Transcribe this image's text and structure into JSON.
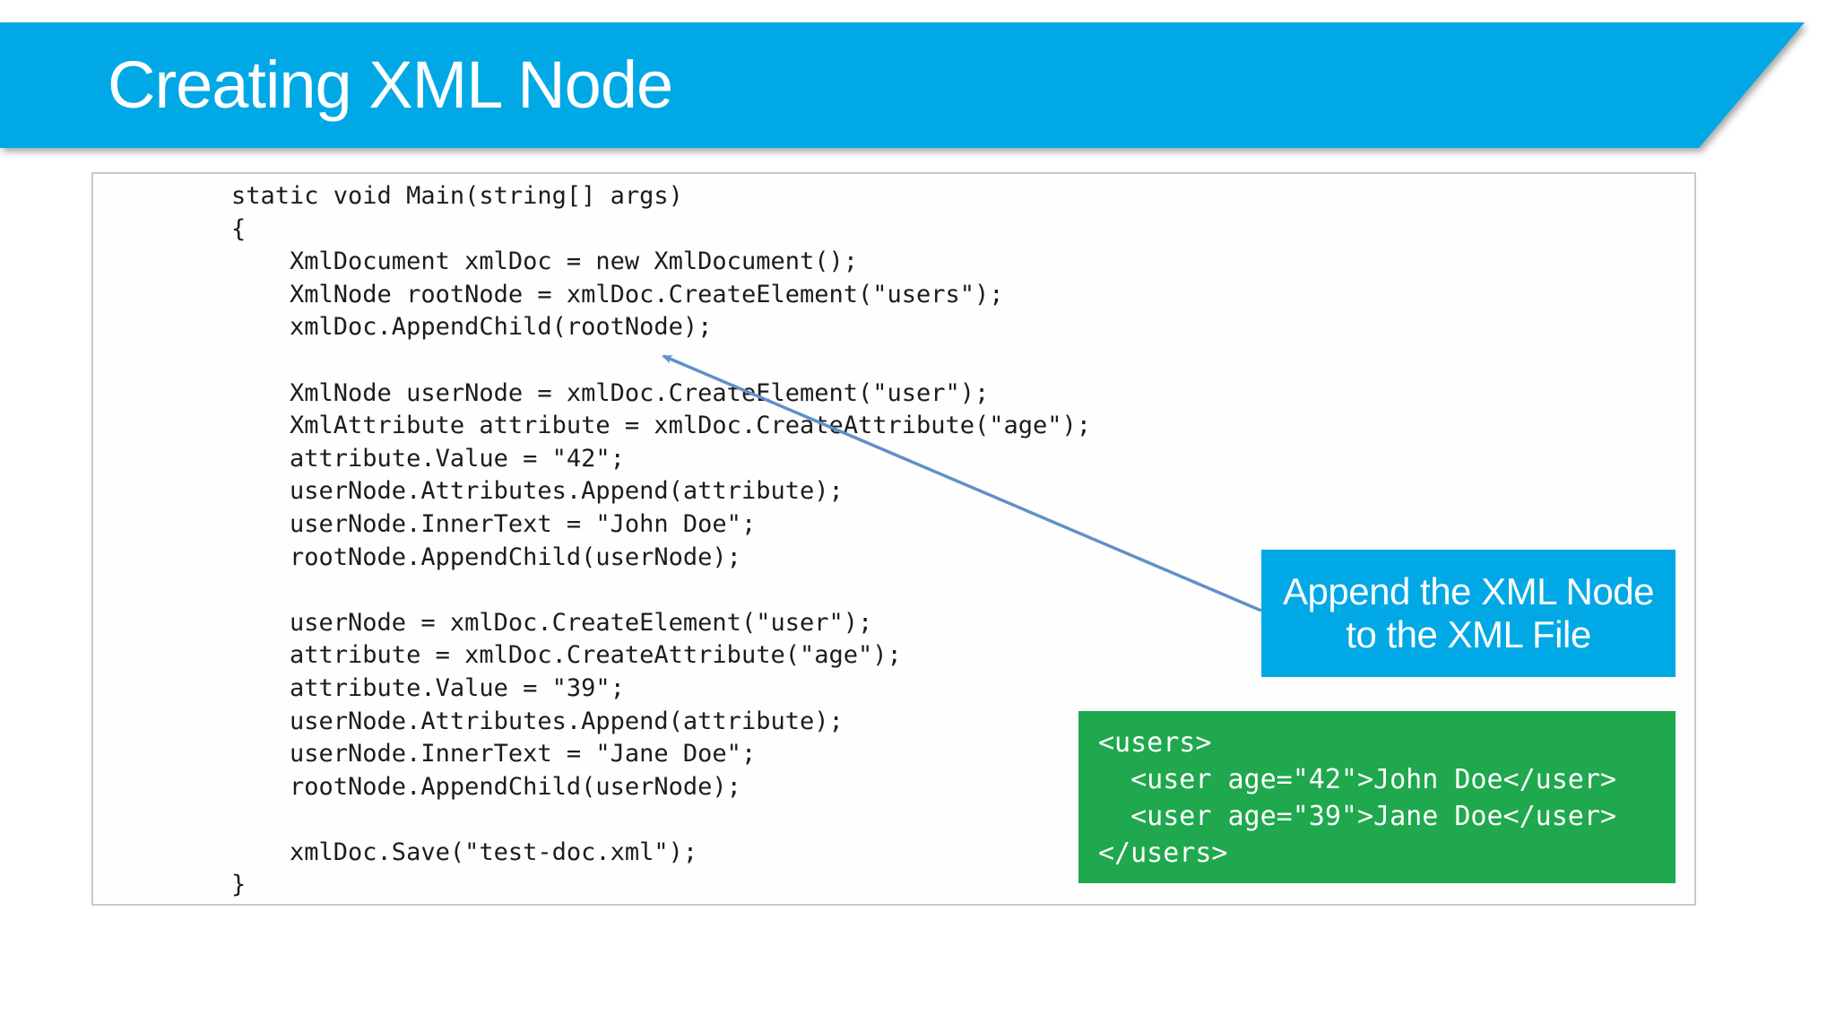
{
  "slide": {
    "title": "Creating XML Node",
    "code": "static void Main(string[] args)\n{\n    XmlDocument xmlDoc = new XmlDocument();\n    XmlNode rootNode = xmlDoc.CreateElement(\"users\");\n    xmlDoc.AppendChild(rootNode);\n\n    XmlNode userNode = xmlDoc.CreateElement(\"user\");\n    XmlAttribute attribute = xmlDoc.CreateAttribute(\"age\");\n    attribute.Value = \"42\";\n    userNode.Attributes.Append(attribute);\n    userNode.InnerText = \"John Doe\";\n    rootNode.AppendChild(userNode);\n\n    userNode = xmlDoc.CreateElement(\"user\");\n    attribute = xmlDoc.CreateAttribute(\"age\");\n    attribute.Value = \"39\";\n    userNode.Attributes.Append(attribute);\n    userNode.InnerText = \"Jane Doe\";\n    rootNode.AppendChild(userNode);\n\n    xmlDoc.Save(\"test-doc.xml\");\n}",
    "callout_text": "Append the XML Node\nto the XML File",
    "xml_output": "<users>\n  <user age=\"42\">John Doe</user>\n  <user age=\"39\">Jane Doe</user>\n</users>",
    "colors": {
      "banner_cyan": "#00a8e5",
      "callout_cyan": "#00a8e5",
      "xml_green": "#1fa84d",
      "arrow_blue": "#6090c8",
      "panel_border": "#c9c9c9",
      "code_text": "#1c1c1c",
      "title_text": "#ffffff"
    }
  }
}
